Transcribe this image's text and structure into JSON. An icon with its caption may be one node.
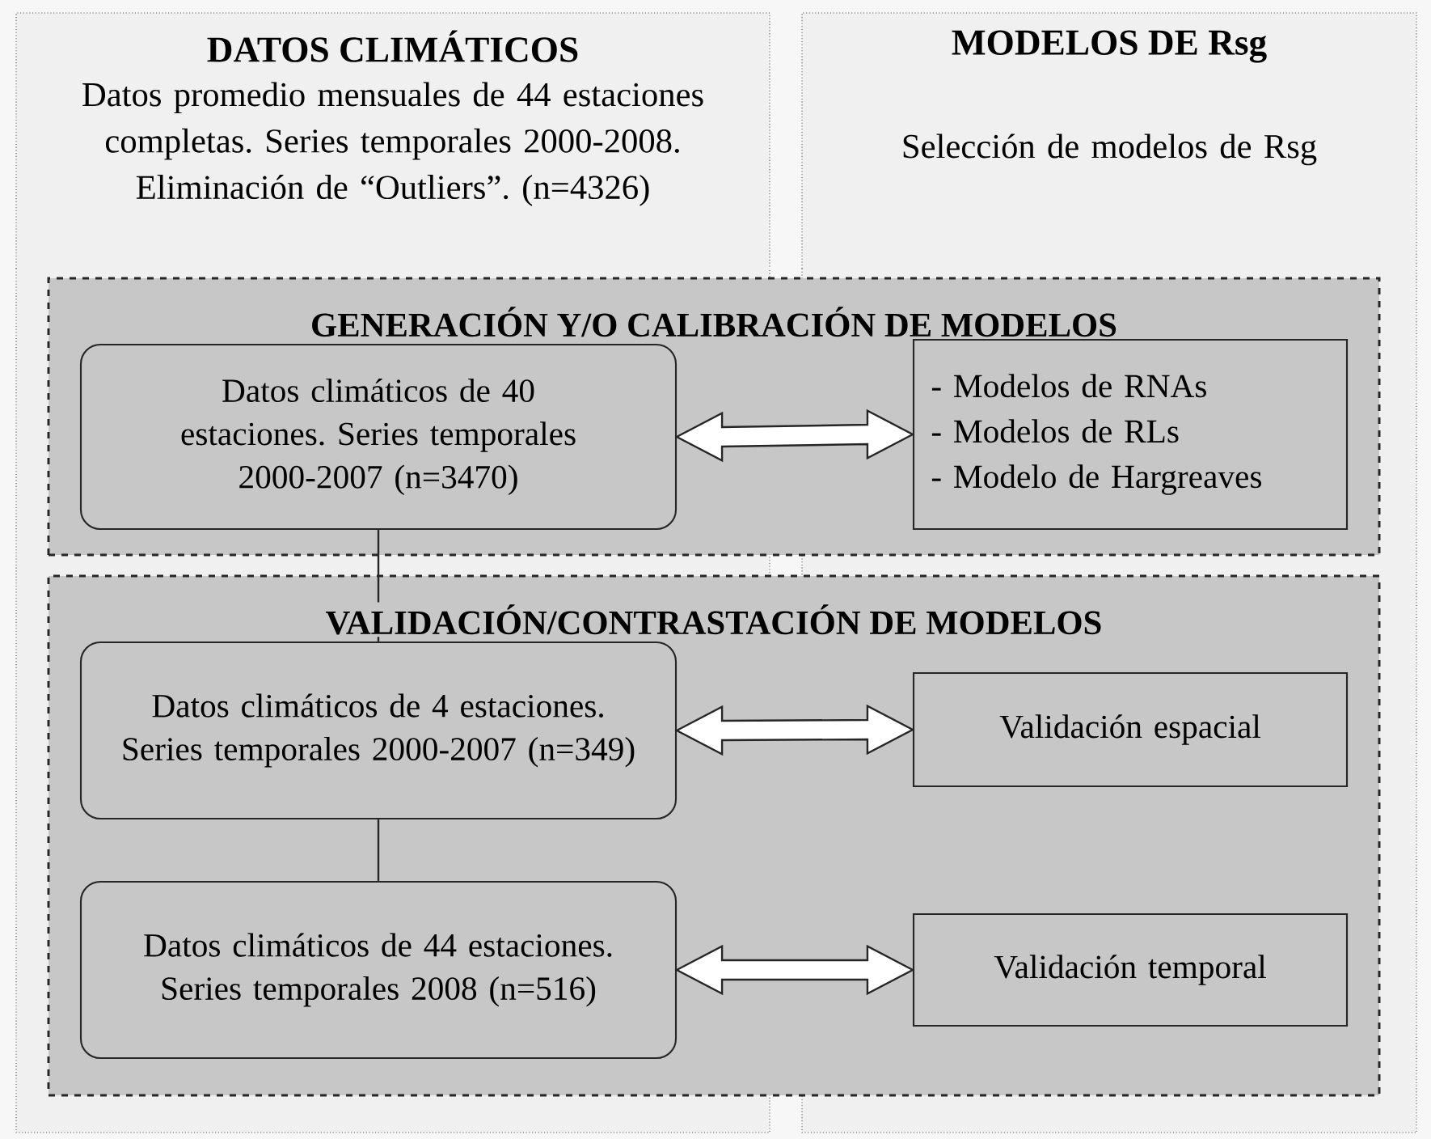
{
  "diagram": {
    "nodes": [
      {
        "text": [
          "DATOS CLIMÁTICOS",
          "Datos promedio mensuales de 44 estaciones completas. Series temporales 2000-2008. Eliminación de “Outliers”. (n=4326)"
        ]
      },
      {
        "text": [
          "MODELOS DE Rsg",
          "Selección de modelos de Rsg"
        ]
      },
      {
        "text": [
          "GENERACIÓN Y/O CALIBRACIÓN DE MODELOS"
        ]
      },
      {
        "text": [
          "Datos climáticos de 40 estaciones. Series temporales 2000-2007 (n=3470)"
        ],
        "in": 2
      },
      {
        "text": [
          "- Modelos de RNAs",
          "- Modelos de RLs",
          "- Modelo de Hargreaves"
        ],
        "in": 2
      },
      {
        "text": [
          "VALIDACIÓN/CONTRASTACIÓN DE MODELOS"
        ]
      },
      {
        "text": [
          "Datos climáticos de 4 estaciones. Series temporales 2000-2007 (n=349)"
        ],
        "in": 5
      },
      {
        "text": [
          "Validación espacial"
        ],
        "in": 5
      },
      {
        "text": [
          "Datos climáticos de 44 estaciones. Series temporales 2008 (n=516)"
        ],
        "in": 5
      },
      {
        "text": [
          "Validación temporal"
        ],
        "in": 5
      }
    ],
    "edges": [
      {
        "from": 3,
        "to": 4,
        "arrow": "both"
      },
      {
        "from": 6,
        "to": 7,
        "arrow": "both"
      },
      {
        "from": 8,
        "to": 9,
        "arrow": "both"
      },
      {
        "from": 3,
        "to": 6,
        "arrow": "none"
      },
      {
        "from": 6,
        "to": 8,
        "arrow": "none"
      }
    ]
  }
}
